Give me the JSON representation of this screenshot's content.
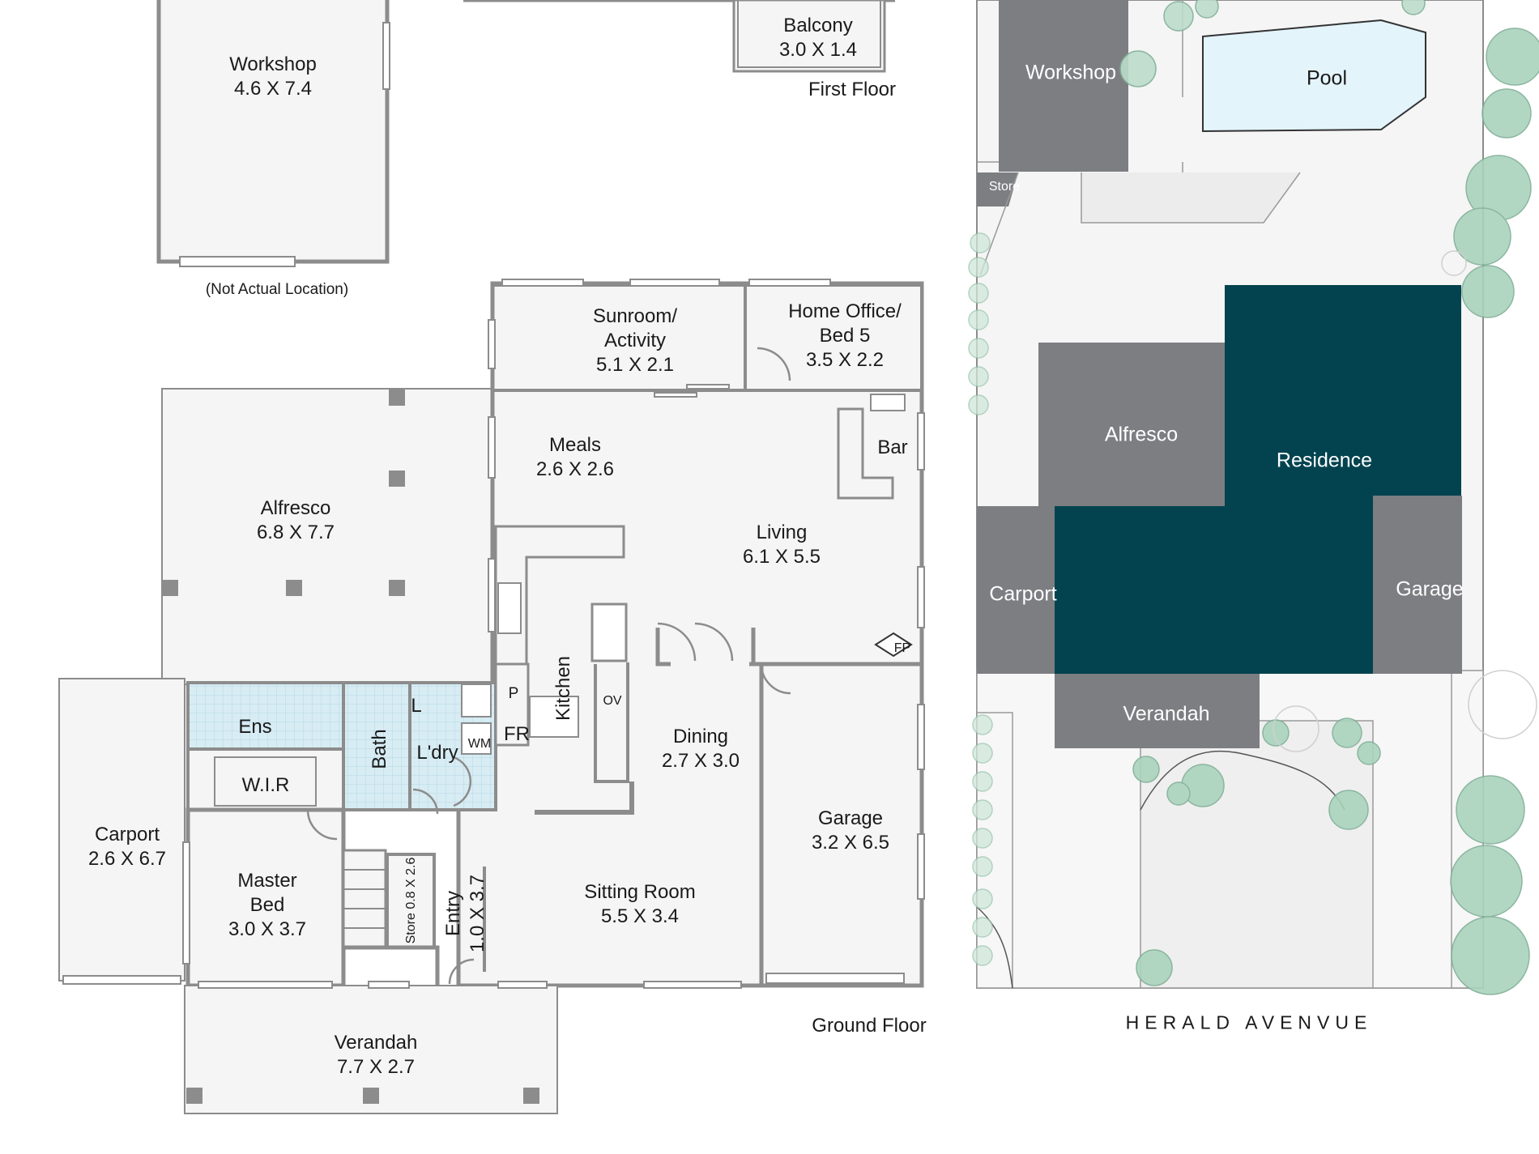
{
  "ground_floor": {
    "label": "Ground Floor",
    "rooms": {
      "workshop": {
        "name": "Workshop",
        "dims": "4.6 X 7.4"
      },
      "workshop_note": "(Not Actual Location)",
      "sunroom": {
        "name_line1": "Sunroom/",
        "name_line2": "Activity",
        "dims": "5.1 X 2.1"
      },
      "home_office": {
        "name_line1": "Home Office/",
        "name_line2": "Bed 5",
        "dims": "3.5 X 2.2"
      },
      "meals": {
        "name": "Meals",
        "dims": "2.6 X 2.6"
      },
      "bar": {
        "name": "Bar"
      },
      "alfresco": {
        "name": "Alfresco",
        "dims": "6.8 X 7.7"
      },
      "living": {
        "name": "Living",
        "dims": "6.1 X 5.5"
      },
      "fp": {
        "name": "FP"
      },
      "kitchen": {
        "name": "Kitchen"
      },
      "pantry": {
        "name": "P"
      },
      "fridge": {
        "name": "FR"
      },
      "oven": {
        "name": "OV"
      },
      "ensuite": {
        "name": "Ens"
      },
      "bath": {
        "name": "Bath"
      },
      "linen": {
        "name": "L"
      },
      "laundry": {
        "name": "L'dry"
      },
      "washer": {
        "name": "WM"
      },
      "wir": {
        "name": "W.I.R"
      },
      "dining": {
        "name": "Dining",
        "dims": "2.7 X 3.0"
      },
      "carport": {
        "name": "Carport",
        "dims": "2.6 X 6.7"
      },
      "garage": {
        "name": "Garage",
        "dims": "3.2 X 6.5"
      },
      "master": {
        "name_line1": "Master",
        "name_line2": "Bed",
        "dims": "3.0 X 3.7"
      },
      "store": {
        "name": "Store",
        "dims": "0.8 X 2.6"
      },
      "entry": {
        "name": "Entry",
        "dims": "1.0 X 3.7"
      },
      "sitting": {
        "name": "Sitting Room",
        "dims": "5.5 X 3.4"
      },
      "verandah": {
        "name": "Verandah",
        "dims": "7.7 X 2.7"
      }
    }
  },
  "first_floor": {
    "label": "First Floor",
    "balcony": {
      "name": "Balcony",
      "dims": "3.0 X 1.4"
    }
  },
  "site_plan": {
    "street": "HERALD AVENVUE",
    "labels": {
      "workshop": "Workshop",
      "pool": "Pool",
      "store": "Store",
      "alfresco": "Alfresco",
      "residence": "Residence",
      "carport": "Carport",
      "garage": "Garage",
      "verandah": "Verandah"
    }
  },
  "colors": {
    "wall": "#8c8c8c",
    "floor": "#f5f5f5",
    "wet_area": "#d7ecf3",
    "residence": "#02434f",
    "site_block": "#7d7e82",
    "pool": "#e3f4fb",
    "tree": "#a9d3bd"
  }
}
